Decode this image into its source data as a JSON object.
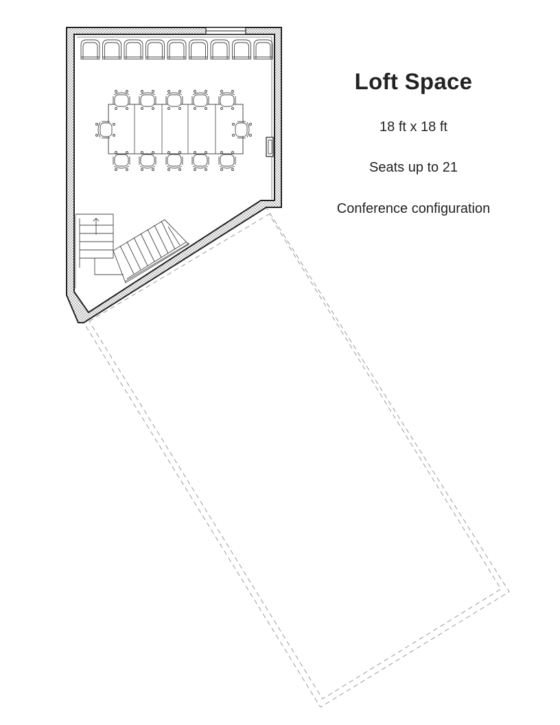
{
  "title": "Loft Space",
  "dimensions": "18 ft x 18 ft",
  "capacity": "Seats up to 21",
  "configuration": "Conference configuration",
  "colors": {
    "wall": "#222222",
    "hatch": "#9a9a9a",
    "dashed": "#9a9a9a",
    "furniture": "#444444"
  }
}
